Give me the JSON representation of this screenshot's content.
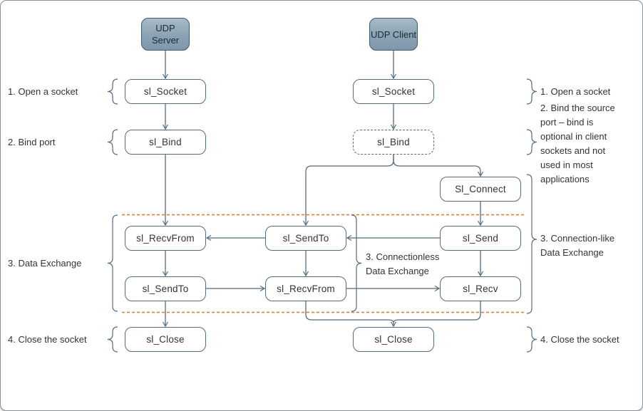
{
  "diagram": {
    "headers": {
      "server": "UDP Server",
      "client": "UDP Client"
    },
    "server_column": {
      "socket": "sl_Socket",
      "bind": "sl_Bind",
      "recvfrom": "sl_RecvFrom",
      "sendto": "sl_SendTo",
      "close": "sl_Close"
    },
    "middle_column": {
      "sendto": "sl_SendTo",
      "recvfrom": "sl_RecvFrom"
    },
    "client_column": {
      "socket": "sl_Socket",
      "bind": "sl_Bind",
      "connect": "Sl_Connect",
      "send": "sl_Send",
      "recv": "sl_Recv",
      "close": "sl_Close"
    },
    "left_labels": {
      "step1": "1. Open a socket",
      "step2": "2. Bind port",
      "step3": "3. Data Exchange",
      "step4": "4. Close the socket"
    },
    "middle_label": "3. Connectionless Data Exchange",
    "right_labels": {
      "step1": "1. Open a socket",
      "step2": "2. Bind the source port – bind is optional in client sockets and not used in most applications",
      "step3": "3. Connection-like Data Exchange",
      "step4": "4. Close the socket"
    },
    "colors": {
      "connector_line": "#566b7d",
      "orange_divider": "#e2732c",
      "header_fill_top": "#a7bbc8",
      "header_fill_bottom": "#7e97aa",
      "header_border": "#42596b",
      "text": "#333333"
    }
  }
}
